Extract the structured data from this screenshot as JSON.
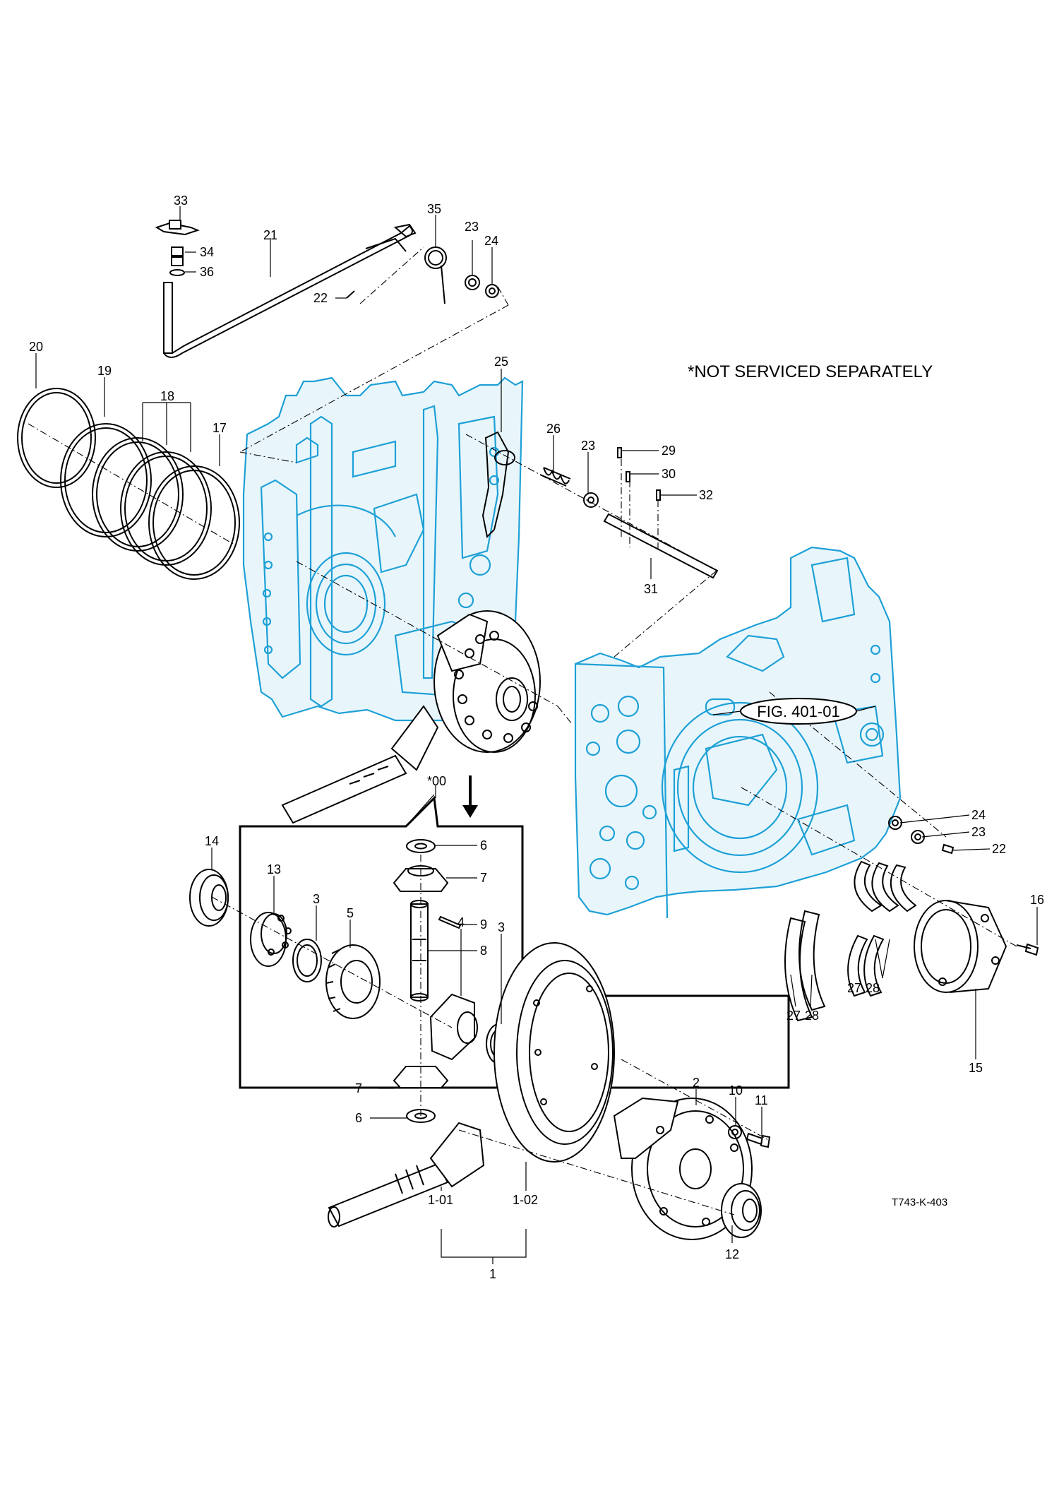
{
  "diagram": {
    "note": "*NOT SERVICED SEPARATELY",
    "figure_ref": "FIG. 401-01",
    "drawing_code": "T743-K-403",
    "callouts": {
      "c33": "33",
      "c34": "34",
      "c36": "36",
      "c35": "35",
      "c21": "21",
      "c22a": "22",
      "c23a": "23",
      "c24a": "24",
      "c20": "20",
      "c19": "19",
      "c18": "18",
      "c17": "17",
      "c25": "25",
      "c26": "26",
      "c23b": "23",
      "c29": "29",
      "c30": "30",
      "c32": "32",
      "c31": "31",
      "c24b": "24",
      "c23c": "23",
      "c22b": "22",
      "c16": "16",
      "c15": "15",
      "c27a": "27",
      "c28a": "28",
      "c27b": "27",
      "c28b": "28",
      "c00": "*00",
      "c14": "14",
      "c13": "13",
      "c3a": "3",
      "c5": "5",
      "c6a": "6",
      "c7a": "7",
      "c9": "9",
      "c8": "8",
      "c4": "4",
      "c3b": "3",
      "c7b": "7",
      "c6b": "6",
      "c2": "2",
      "c10": "10",
      "c11": "11",
      "c12": "12",
      "c1_01": "1-01",
      "c1_02": "1-02",
      "c1": "1"
    }
  }
}
